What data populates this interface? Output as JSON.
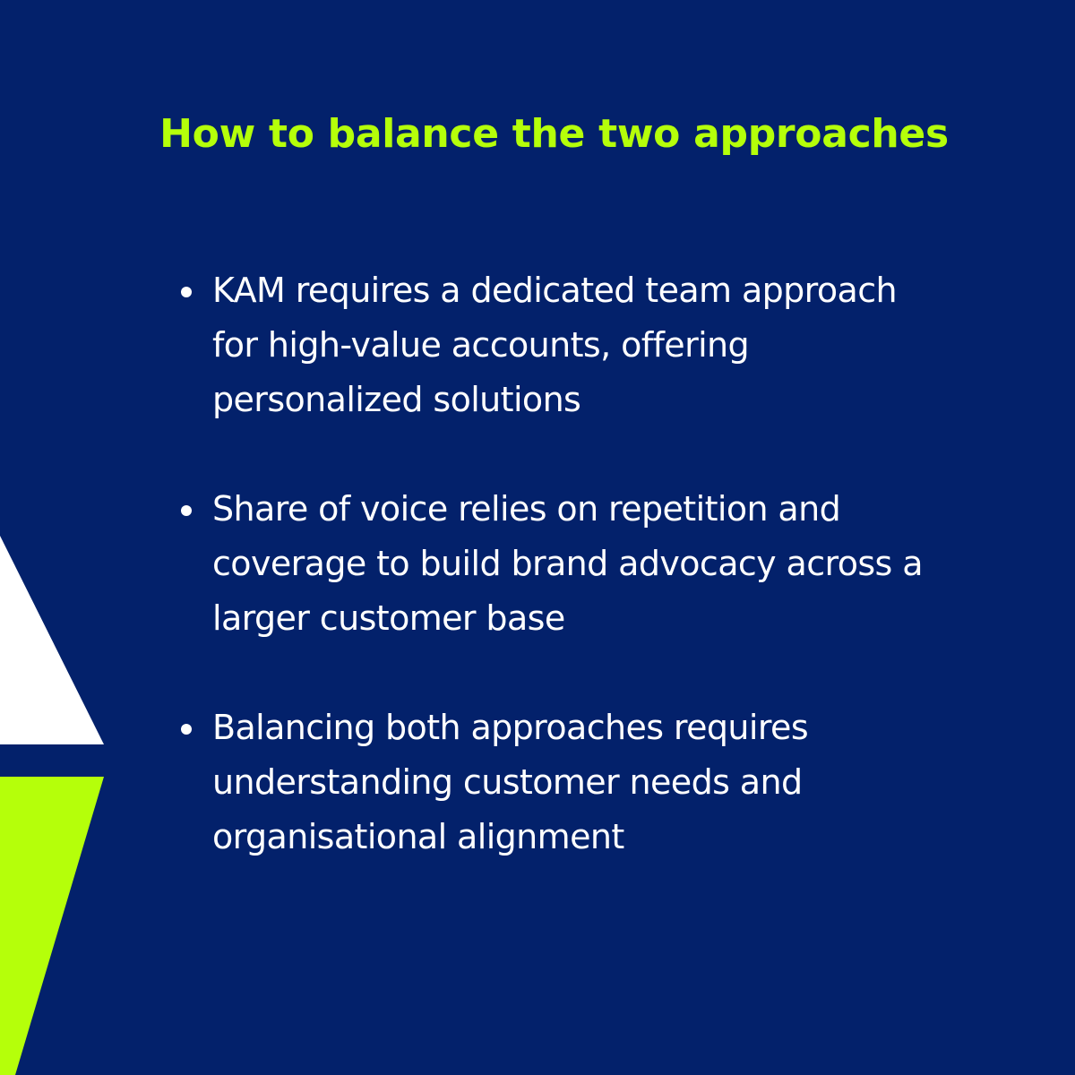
{
  "slide": {
    "title": "How to balance the two approaches",
    "bullets": [
      {
        "text": "KAM requires a dedicated team approach\nfor high-value accounts, offering\npersonalized solutions"
      },
      {
        "text": "Share of voice relies on repetition and\ncoverage to build brand advocacy across a\nlarger customer base"
      },
      {
        "text": "Balancing both approaches requires\nunderstanding customer needs and\norganisational alignment"
      }
    ]
  },
  "colors": {
    "background": "#03216b",
    "accent": "#b5ff0a",
    "text": "#ffffff"
  }
}
